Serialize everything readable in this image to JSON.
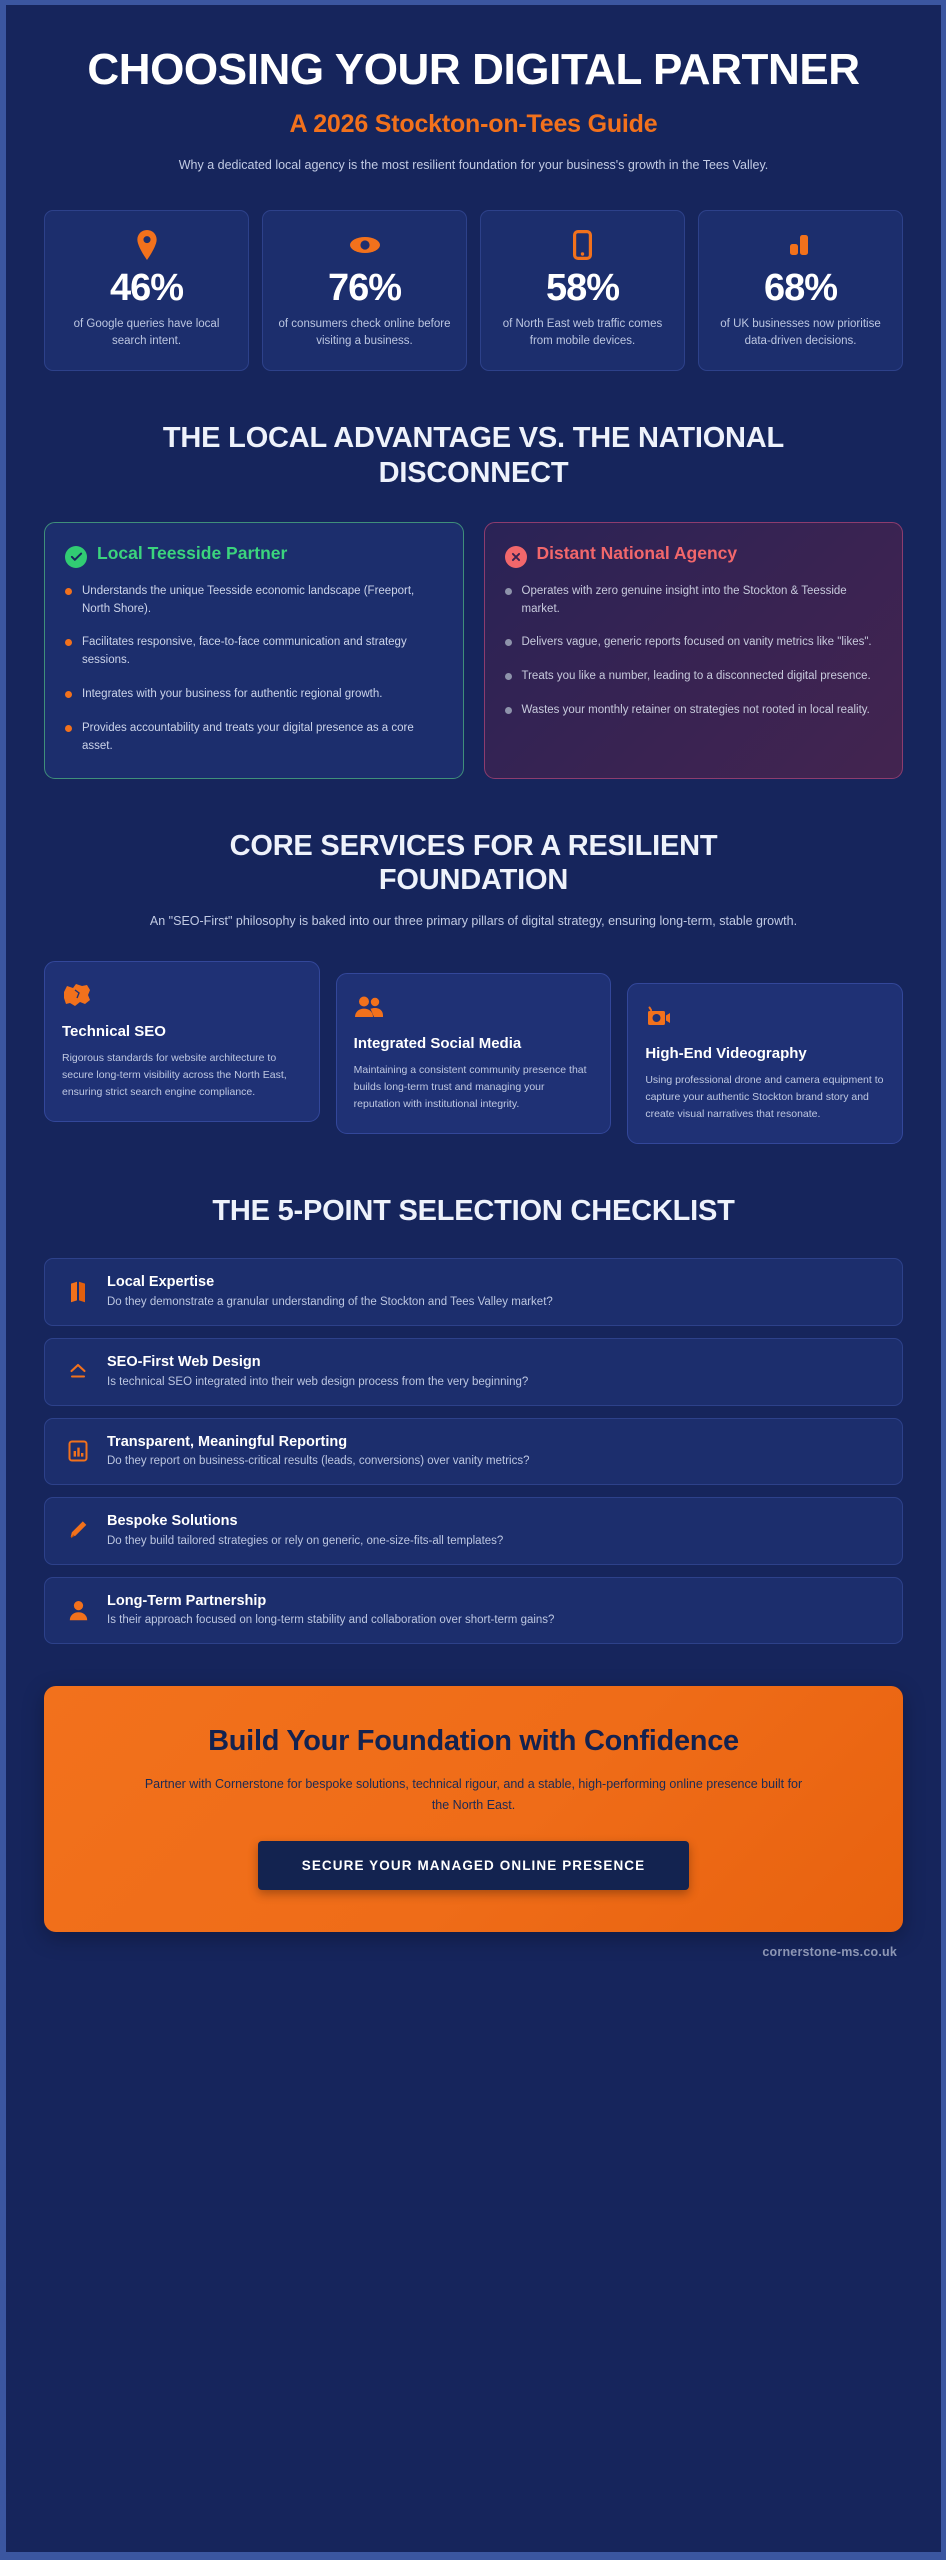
{
  "hero": {
    "title": "CHOOSING YOUR DIGITAL PARTNER",
    "subtitle": "A 2026 Stockton-on-Tees Guide",
    "description": "Why a dedicated local agency is the most resilient foundation for your business's growth in the Tees Valley."
  },
  "colors": {
    "background": "#16255c",
    "frame": "#3b56a0",
    "accent_orange": "#f2711c",
    "card": "#1c2e6d",
    "card_border": "#2d418a",
    "good_green": "#3bd47d",
    "bad_red": "#f2676b",
    "cta_text_dark": "#14224f"
  },
  "stats": [
    {
      "icon": "location-pin-icon",
      "value": "46%",
      "label": "of Google queries have local search intent."
    },
    {
      "icon": "eye-icon",
      "value": "76%",
      "label": "of consumers check online before visiting a business."
    },
    {
      "icon": "mobile-phone-icon",
      "value": "58%",
      "label": "of North East web traffic comes from mobile devices."
    },
    {
      "icon": "bar-chart-icon",
      "value": "68%",
      "label": "of UK businesses now prioritise data-driven decisions."
    }
  ],
  "comparison": {
    "heading": "THE LOCAL ADVANTAGE VS. THE NATIONAL DISCONNECT",
    "good": {
      "badge_icon": "check-circle-icon",
      "title": "Local Teesside Partner",
      "points": [
        "Understands the unique Teesside economic landscape (Freeport, North Shore).",
        "Facilitates responsive, face-to-face communication and strategy sessions.",
        "Integrates with your business for authentic regional growth.",
        "Provides accountability and treats your digital presence as a core asset."
      ]
    },
    "bad": {
      "badge_icon": "x-circle-icon",
      "title": "Distant National Agency",
      "points": [
        "Operates with zero genuine insight into the Stockton & Teesside market.",
        "Delivers vague, generic reports focused on vanity metrics like \"likes\".",
        "Treats you like a number, leading to a disconnected digital presence.",
        "Wastes your monthly retainer on strategies not rooted in local reality."
      ]
    }
  },
  "services": {
    "heading": "CORE SERVICES FOR A RESILIENT FOUNDATION",
    "subheading": "An \"SEO-First\" philosophy is baked into our three primary pillars of digital strategy, ensuring long-term, stable growth.",
    "items": [
      {
        "icon": "map-region-icon",
        "title": "Technical SEO",
        "body": "Rigorous standards for website architecture to secure long-term visibility across the North East, ensuring strict search engine compliance."
      },
      {
        "icon": "people-group-icon",
        "title": "Integrated Social Media",
        "body": "Maintaining a consistent community presence that builds long-term trust and managing your reputation with institutional integrity."
      },
      {
        "icon": "video-camera-icon",
        "title": "High-End Videography",
        "body": "Using professional drone and camera equipment to capture your authentic Stockton brand story and create visual narratives that resonate."
      }
    ]
  },
  "checklist": {
    "heading": "THE 5-POINT SELECTION CHECKLIST",
    "items": [
      {
        "icon": "map-book-icon",
        "title": "Local Expertise",
        "desc": "Do they demonstrate a granular understanding of the Stockton and Tees Valley market?"
      },
      {
        "icon": "chevron-up-line-icon",
        "title": "SEO-First Web Design",
        "desc": "Is technical SEO integrated into their web design process from the very beginning?"
      },
      {
        "icon": "chart-report-icon",
        "title": "Transparent, Meaningful Reporting",
        "desc": "Do they report on business-critical results (leads, conversions) over vanity metrics?"
      },
      {
        "icon": "pencil-icon",
        "title": "Bespoke Solutions",
        "desc": "Do they build tailored strategies or rely on generic, one-size-fits-all templates?"
      },
      {
        "icon": "person-icon",
        "title": "Long-Term Partnership",
        "desc": "Is their approach focused on long-term stability and collaboration over short-term gains?"
      }
    ]
  },
  "cta": {
    "title": "Build Your Foundation with Confidence",
    "description": "Partner with Cornerstone for bespoke solutions, technical rigour, and a stable, high-performing online presence built for the North East.",
    "button_label": "SECURE YOUR MANAGED ONLINE PRESENCE"
  },
  "footer": {
    "website": "cornerstone-ms.co.uk"
  }
}
